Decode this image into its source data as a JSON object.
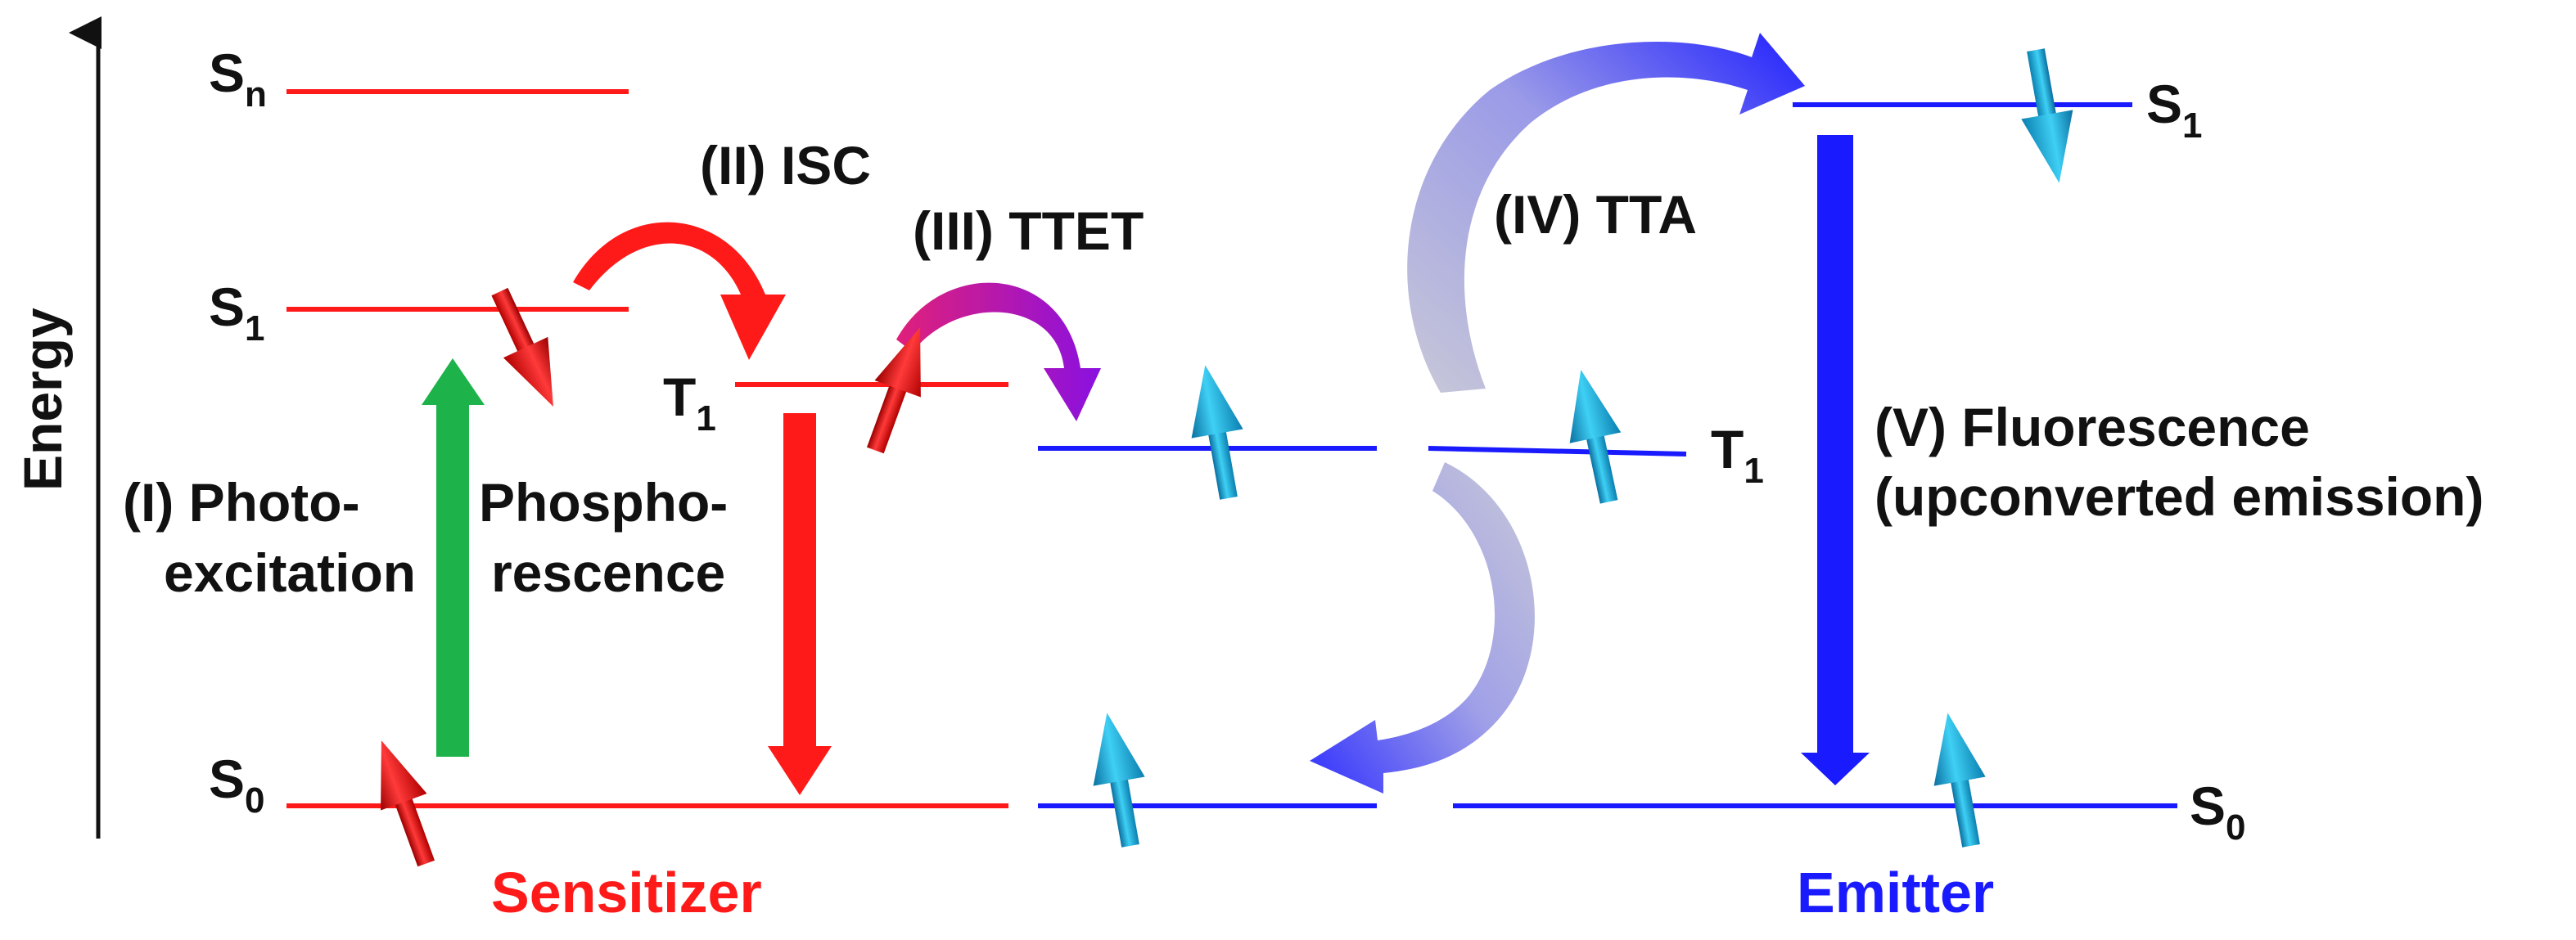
{
  "axis": {
    "label": "Energy"
  },
  "levels": {
    "sens_sn": {
      "main": "S",
      "sub": "n"
    },
    "sens_s1": {
      "main": "S",
      "sub": "1"
    },
    "sens_t1": {
      "main": "T",
      "sub": "1"
    },
    "sens_s0": {
      "main": "S",
      "sub": "0"
    },
    "emit_s1": {
      "main": "S",
      "sub": "1"
    },
    "emit_t1": {
      "main": "T",
      "sub": "1"
    },
    "emit_s0": {
      "main": "S",
      "sub": "0"
    }
  },
  "processes": {
    "photo_line1": "(I) Photo-",
    "photo_line2": "excitation",
    "phos_line1": "Phospho-",
    "phos_line2": "rescence",
    "isc": "(II) ISC",
    "ttet": "(III) TTET",
    "tta": "(IV) TTA",
    "fluor_line1": "(V) Fluorescence",
    "fluor_line2": "(upconverted emission)"
  },
  "roles": {
    "sensitizer": "Sensitizer",
    "emitter": "Emitter"
  },
  "colors": {
    "sensitizer": "#ff1a1a",
    "emitter": "#1a1aff",
    "excitation": "#1db34a",
    "ttet_start": "#e0207a",
    "ttet_end": "#8a10e0",
    "tta_arrow": "#7a7aff",
    "tta_fade": "#c8c8d8",
    "spin_emitter": "#19a3d1",
    "spin_sensitizer": "#e01010"
  }
}
